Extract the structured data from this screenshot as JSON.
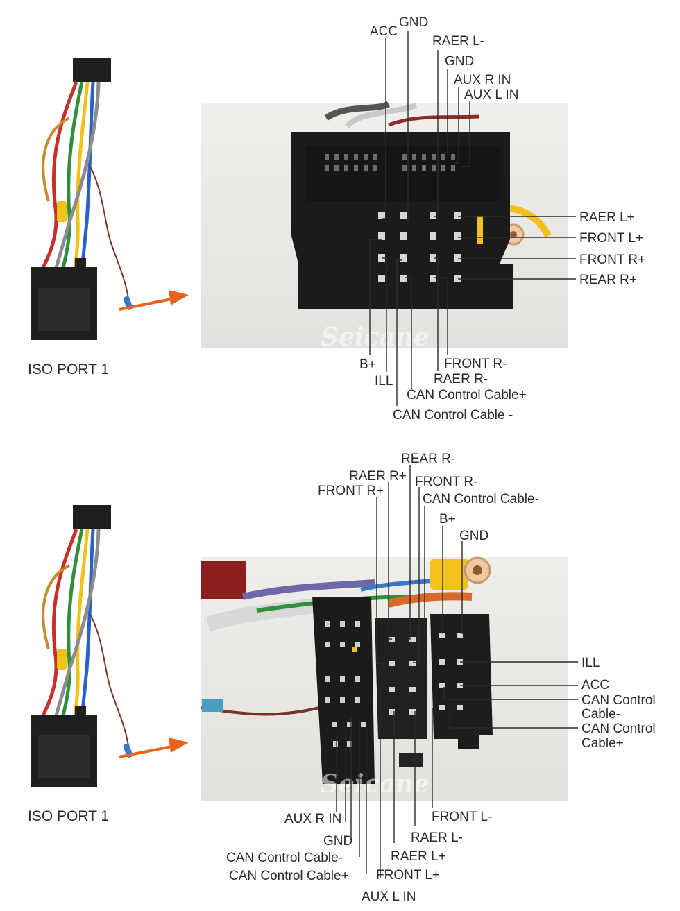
{
  "panels": [
    {
      "id": "top",
      "caption": "ISO PORT 1",
      "watermark": "Seicane",
      "labels": [
        "ACC",
        "GND",
        "RAER L-",
        "GND",
        "AUX R IN",
        "AUX L IN",
        "RAER L+",
        "FRONT L+",
        "FRONT R+",
        "REAR R+",
        "B+",
        "ILL",
        "FRONT R-",
        "RAER R-",
        "CAN Control Cable+",
        "CAN Control Cable -"
      ]
    },
    {
      "id": "bottom",
      "caption": "ISO PORT 1",
      "watermark": "Seicane",
      "labels": [
        "REAR R-",
        "RAER R+",
        "FRONT R+",
        "FRONT R-",
        "CAN Control Cable-",
        "B+",
        "GND",
        "ILL",
        "ACC",
        "CAN Control",
        "Cable-",
        "CAN Control",
        "Cable+",
        "AUX R IN",
        "GND",
        "CAN Control Cable-",
        "CAN Control Cable+",
        "AUX L IN",
        "FRONT L-",
        "RAER L-",
        "RAER L+",
        "FRONT L+"
      ]
    }
  ],
  "colors": {
    "arrow": "#e8641e",
    "photo_bg": "#ecebe8",
    "connector": "#1c1c1c",
    "pin": "#d9d9d9"
  }
}
